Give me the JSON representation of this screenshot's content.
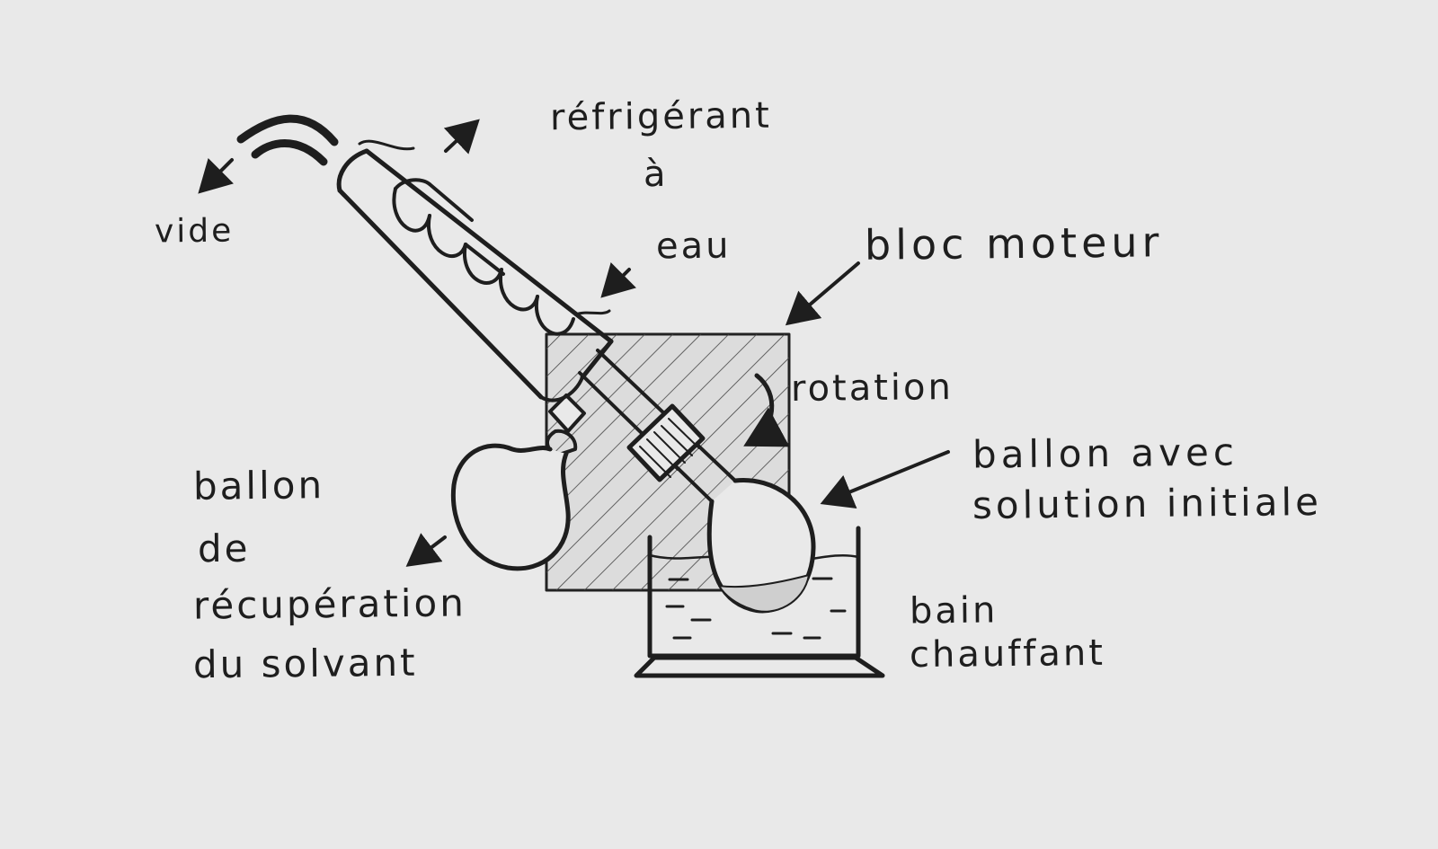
{
  "labels": {
    "vide": "vide",
    "refrigerant_line1": "réfrigérant",
    "refrigerant_line2": "à",
    "refrigerant_line3": "eau",
    "bloc_moteur": "bloc moteur",
    "rotation": "rotation",
    "ballon_avec_line1": "ballon avec",
    "ballon_avec_line2": "solution initiale",
    "ballon_recup_line1": "ballon",
    "ballon_recup_line2": "de",
    "ballon_recup_line3": "récupération",
    "ballon_recup_line4": "du solvant",
    "bain_line1": "bain",
    "bain_line2": "chauffant"
  },
  "colors": {
    "paper": "#e9e9e9",
    "ink": "#1e1e1e",
    "block_fill": "#dcdcdc"
  }
}
